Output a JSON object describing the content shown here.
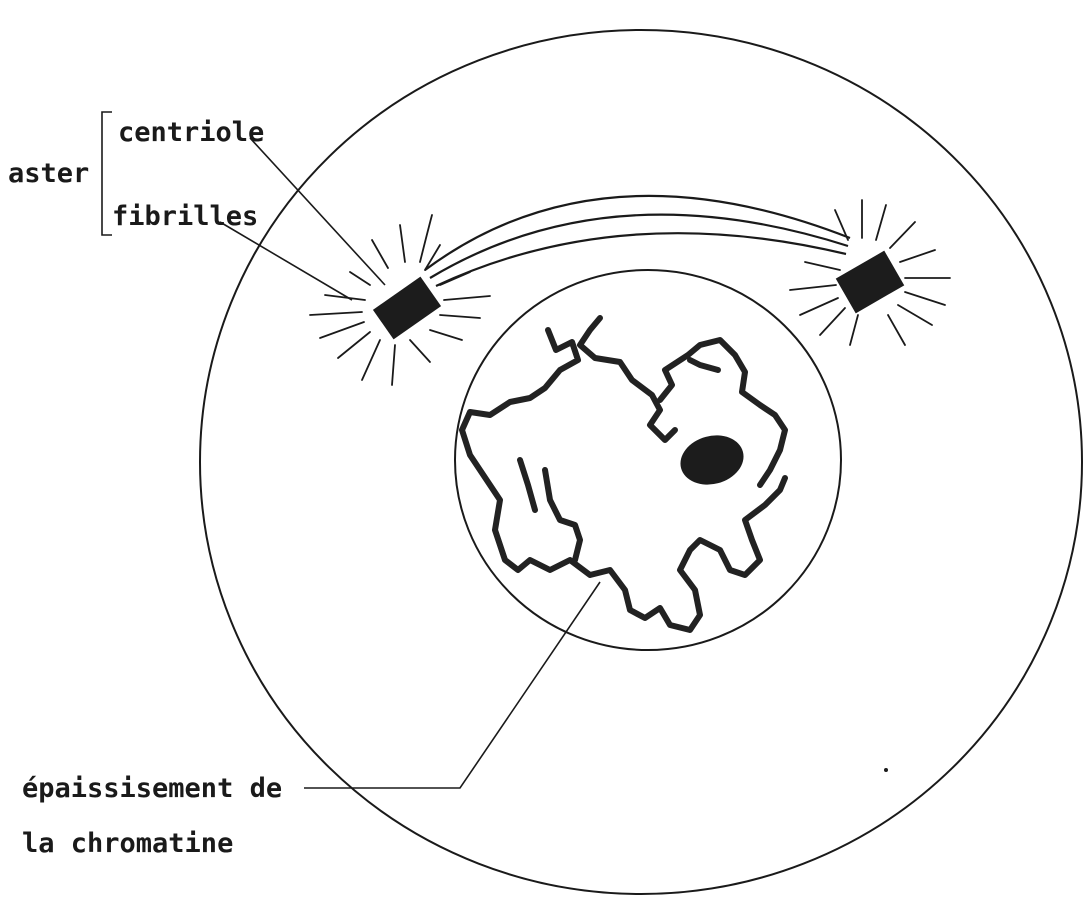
{
  "labels": {
    "aster": "aster",
    "centriole": "centriole",
    "fibrilles": "fibrilles",
    "chromatin_line1": "épaissisement de",
    "chromatin_line2": "la chromatine"
  },
  "colors": {
    "ink": "#1a1a1a",
    "background": "#ffffff"
  }
}
